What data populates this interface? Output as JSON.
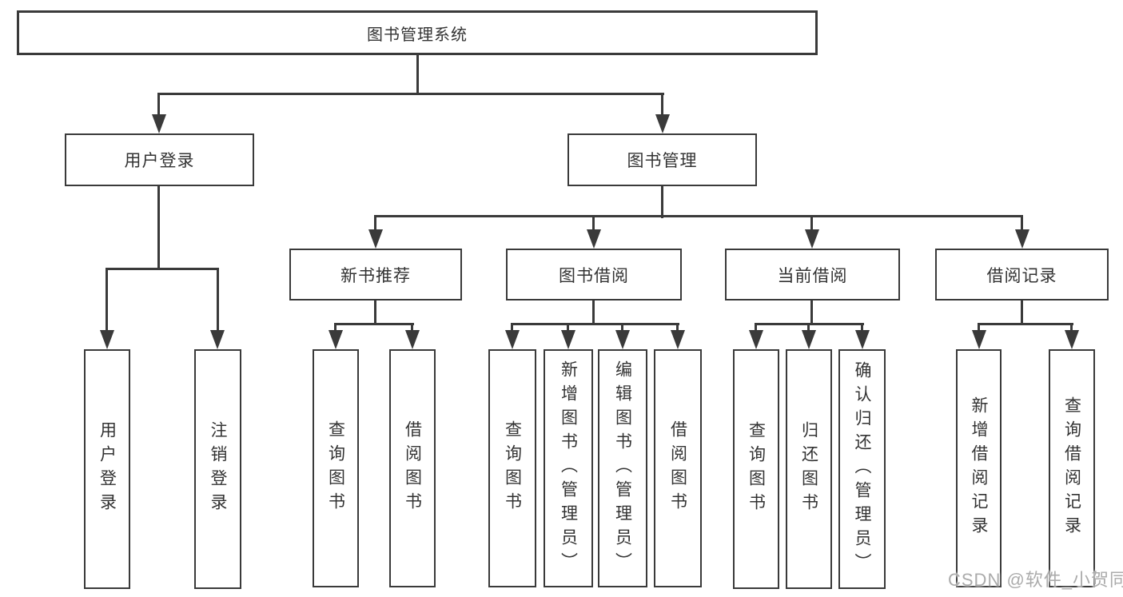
{
  "diagram": {
    "colors": {
      "line": "#3a3a3a",
      "text": "#333333",
      "box_background": "#ffffff",
      "watermark": "#ababab"
    },
    "watermark": "CSDN @软件_小贺同学"
  },
  "tree": {
    "label": "图书管理系统",
    "children": [
      {
        "label": "用户登录",
        "children": [
          {
            "label": "用户登录"
          },
          {
            "label": "注销登录"
          }
        ]
      },
      {
        "label": "图书管理",
        "children": [
          {
            "label": "新书推荐",
            "children": [
              {
                "label": "查询图书"
              },
              {
                "label": "借阅图书"
              }
            ]
          },
          {
            "label": "图书借阅",
            "children": [
              {
                "label": "查询图书"
              },
              {
                "label": "新增图书（管理员）"
              },
              {
                "label": "编辑图书（管理员）"
              },
              {
                "label": "借阅图书"
              }
            ]
          },
          {
            "label": "当前借阅",
            "children": [
              {
                "label": "查询图书"
              },
              {
                "label": "归还图书"
              },
              {
                "label": "确认归还（管理员）"
              }
            ]
          },
          {
            "label": "借阅记录",
            "children": [
              {
                "label": "新增借阅记录"
              },
              {
                "label": "查询借阅记录"
              }
            ]
          }
        ]
      }
    ]
  }
}
